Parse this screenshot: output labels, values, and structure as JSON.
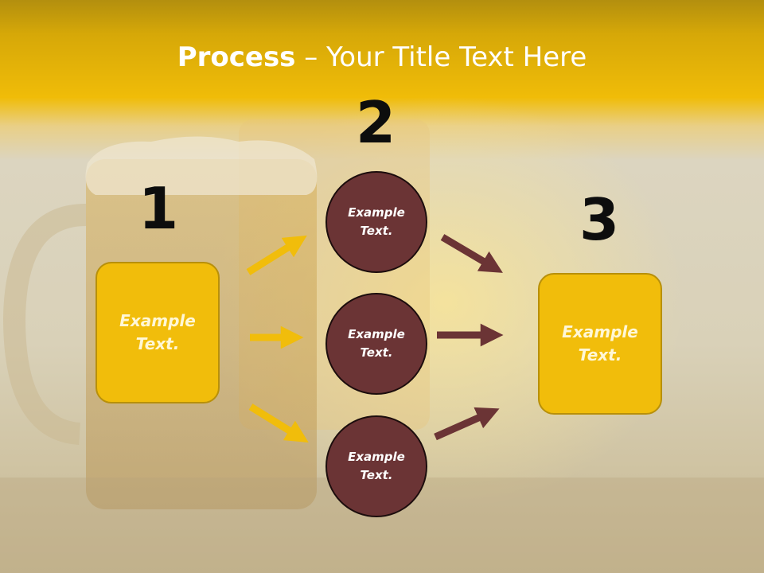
{
  "slide": {
    "title_bold": "Process",
    "title_rest": " – Your Title Text Here",
    "steps": [
      {
        "number": "1",
        "text_line1": "Example",
        "text_line2": "Text."
      },
      {
        "number": "2"
      },
      {
        "number": "3",
        "text_line1": "Example",
        "text_line2": "Text."
      }
    ],
    "circles": [
      {
        "text_line1": "Example",
        "text_line2": "Text."
      },
      {
        "text_line1": "Example",
        "text_line2": "Text."
      },
      {
        "text_line1": "Example",
        "text_line2": "Text."
      }
    ]
  },
  "colors": {
    "banner": "#f0b800",
    "box_fill": "#f1bd0b",
    "circle_fill": "#6b3435",
    "arrow_in": "#f1bd0b",
    "arrow_out": "#6b3435",
    "number_text": "#0d0d0d"
  },
  "decoration": "beer-mug-background"
}
